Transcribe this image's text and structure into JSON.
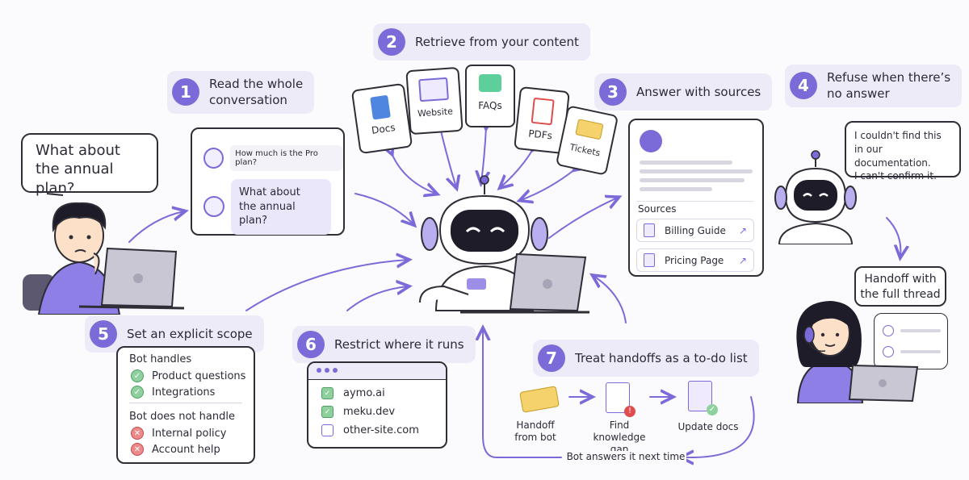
{
  "steps": [
    {
      "num": "1",
      "title_lines": [
        "Read the whole",
        "conversation"
      ]
    },
    {
      "num": "2",
      "title": "Retrieve from your content"
    },
    {
      "num": "3",
      "title": "Answer with sources"
    },
    {
      "num": "4",
      "title_lines": [
        "Refuse when there’s",
        "no answer"
      ]
    },
    {
      "num": "5",
      "title": "Set an explicit scope"
    },
    {
      "num": "6",
      "title": "Restrict where it runs"
    },
    {
      "num": "7",
      "title": "Treat handoffs as a to-do list"
    }
  ],
  "user_bubble": {
    "lines": [
      "What about",
      "the annual plan?"
    ]
  },
  "conversation": {
    "message1": "How much is the Pro plan?",
    "message2_lines": [
      "What about",
      "the annual plan?"
    ]
  },
  "sources": [
    "Docs",
    "Website",
    "FAQs",
    "PDFs",
    "Tickets"
  ],
  "answer_card": {
    "sources_label": "Sources",
    "items": [
      "Billing Guide",
      "Pricing Page"
    ]
  },
  "refuse_bubble": {
    "lines": [
      "I couldn't find this",
      "in our documentation.",
      "I can't confirm it."
    ]
  },
  "handoff_label": {
    "lines": [
      "Handoff with",
      "the full thread"
    ]
  },
  "scope": {
    "handles_label": "Bot handles",
    "handles": [
      "Product questions",
      "Integrations"
    ],
    "not_label": "Bot does not handle",
    "not_handles": [
      "Internal policy",
      "Account help"
    ]
  },
  "domains": [
    {
      "name": "aymo.ai",
      "checked": true
    },
    {
      "name": "meku.dev",
      "checked": true
    },
    {
      "name": "other-site.com",
      "checked": false
    }
  ],
  "handoff_flow": {
    "step1_lines": [
      "Handoff",
      "from bot"
    ],
    "step2_lines": [
      "Find",
      "knowledge gap"
    ],
    "step3": "Update docs",
    "loop_label": "Bot answers it next time"
  },
  "colors": {
    "accent": "#7b6bd9",
    "pill": "#ecebf7",
    "ink": "#2f2d36",
    "check": "#8fd19e",
    "cross": "#ec8a8a"
  }
}
